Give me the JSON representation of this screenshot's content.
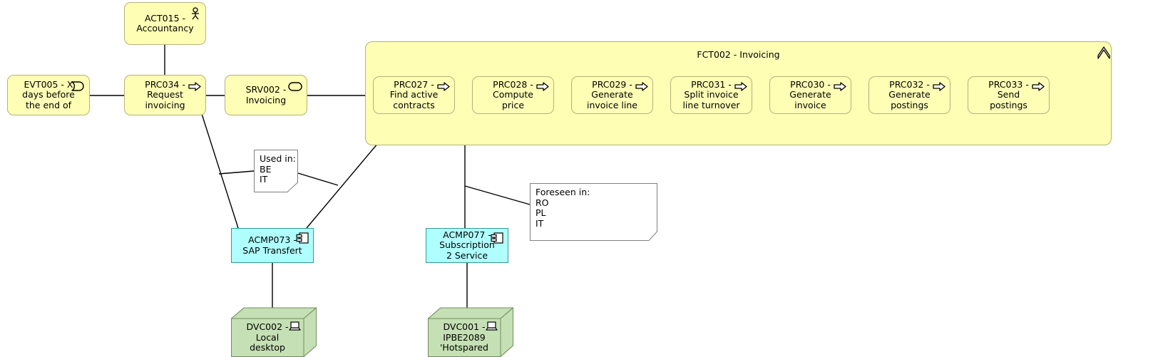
{
  "diagram": {
    "title": "FCT002 - Invoicing",
    "type": "archimate-process-view",
    "colors": {
      "business_fill": "#fffeb5",
      "business_stroke": "#b3b37a",
      "application_fill": "#b0ffff",
      "application_stroke": "#2e9c9c",
      "technology_fill": "#c5e0b4",
      "technology_stroke": "#6f8f5b",
      "note_fill": "#ffffff",
      "note_stroke": "#808080",
      "connector": "#000000"
    }
  },
  "group": {
    "id": "FCT002",
    "label": "FCT002 - Invoicing",
    "icon": "function-icon"
  },
  "nodes": {
    "actor": {
      "id": "ACT015",
      "line1": "ACT015 -",
      "line2": "Accountancy",
      "icon": "actor-icon",
      "type": "business-actor"
    },
    "event": {
      "id": "EVT005",
      "line1": "EVT005 - X",
      "line2": "days before",
      "line3": "the end of",
      "icon": "event-icon",
      "type": "business-event"
    },
    "request": {
      "id": "PRC034",
      "line1": "PRC034 -",
      "line2": "Request",
      "line3": "invoicing",
      "icon": "process-arrow-icon",
      "type": "business-process"
    },
    "service": {
      "id": "SRV002",
      "line1": "SRV002 -",
      "line2": "Invoicing",
      "icon": "service-icon",
      "type": "business-service"
    },
    "processes": [
      {
        "id": "PRC027",
        "line1": "PRC027 -",
        "line2": "Find active",
        "line3": "contracts",
        "icon": "process-arrow-icon"
      },
      {
        "id": "PRC028",
        "line1": "PRC028 -",
        "line2": "Compute",
        "line3": "price",
        "icon": "process-arrow-icon"
      },
      {
        "id": "PRC029",
        "line1": "PRC029 -",
        "line2": "Generate",
        "line3": "invoice line",
        "icon": "process-arrow-icon"
      },
      {
        "id": "PRC031",
        "line1": "PRC031 -",
        "line2": "Split invoice",
        "line3": "line turnover",
        "icon": "process-arrow-icon"
      },
      {
        "id": "PRC030",
        "line1": "PRC030 -",
        "line2": "Generate",
        "line3": "invoice",
        "icon": "process-arrow-icon"
      },
      {
        "id": "PRC032",
        "line1": "PRC032 -",
        "line2": "Generate",
        "line3": "postings",
        "icon": "process-arrow-icon"
      },
      {
        "id": "PRC033",
        "line1": "PRC033 -",
        "line2": "Send",
        "line3": "postings",
        "icon": "process-arrow-icon"
      }
    ],
    "components": [
      {
        "id": "ACMP073",
        "line1": "ACMP073 -",
        "line2": "SAP Transfert",
        "line3": "",
        "icon": "component-icon"
      },
      {
        "id": "ACMP077",
        "line1": "ACMP077 -",
        "line2": "Subscription",
        "line3": "2 Service",
        "icon": "component-icon"
      }
    ],
    "devices": [
      {
        "id": "DVC002",
        "line1": "DVC002 -",
        "line2": "Local",
        "line3": "desktop",
        "icon": "device-icon"
      },
      {
        "id": "DVC001",
        "line1": "DVC001 -",
        "line2": "IPBE2089",
        "line3": "'Hotspared",
        "icon": "device-icon"
      }
    ]
  },
  "notes": [
    {
      "id": "note-used-in",
      "lines": [
        "Used in:",
        "BE",
        "IT"
      ],
      "folded": true
    },
    {
      "id": "note-foreseen-in",
      "lines": [
        "Foreseen in:",
        "RO",
        "PL",
        "IT"
      ],
      "folded": false
    }
  ]
}
